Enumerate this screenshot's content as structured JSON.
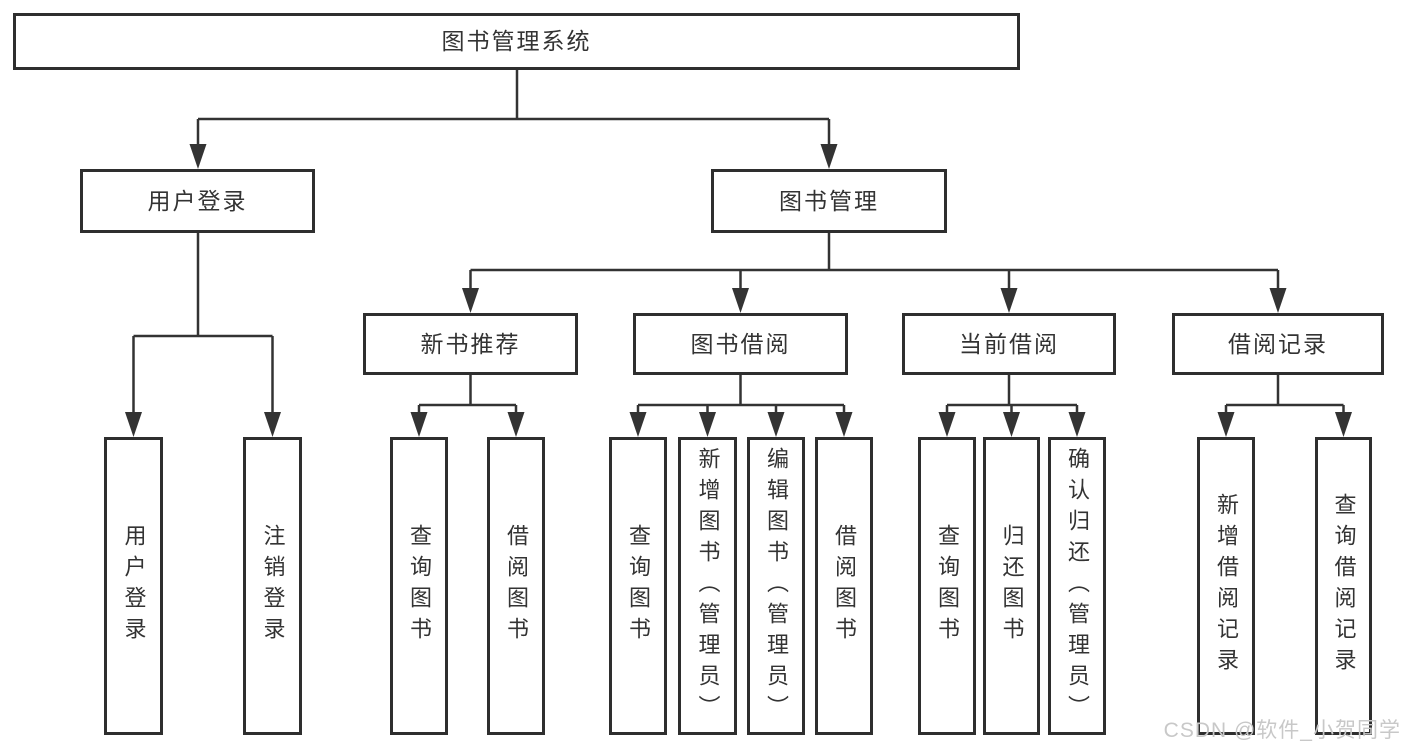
{
  "diagram": {
    "root": {
      "label": "图书管理系统"
    },
    "user_login": {
      "label": "用户登录",
      "children": [
        {
          "label": "用户登录"
        },
        {
          "label": "注销登录"
        }
      ]
    },
    "book_mgmt": {
      "label": "图书管理",
      "sections": [
        {
          "label": "新书推荐",
          "children": [
            {
              "label": "查询图书"
            },
            {
              "label": "借阅图书"
            }
          ]
        },
        {
          "label": "图书借阅",
          "children": [
            {
              "label": "查询图书"
            },
            {
              "label": "新增图书（管理员）"
            },
            {
              "label": "编辑图书（管理员）"
            },
            {
              "label": "借阅图书"
            }
          ]
        },
        {
          "label": "当前借阅",
          "children": [
            {
              "label": "查询图书"
            },
            {
              "label": "归还图书"
            },
            {
              "label": "确认归还（管理员）"
            }
          ]
        },
        {
          "label": "借阅记录",
          "children": [
            {
              "label": "新增借阅记录"
            },
            {
              "label": "查询借阅记录"
            }
          ]
        }
      ]
    }
  },
  "watermark": {
    "text": "CSDN @软件_小贺同学"
  },
  "colors": {
    "line": "#333333",
    "border": "#2e2e2e",
    "text": "#333333",
    "watermark": "#c8c8c8",
    "background": "#ffffff"
  }
}
